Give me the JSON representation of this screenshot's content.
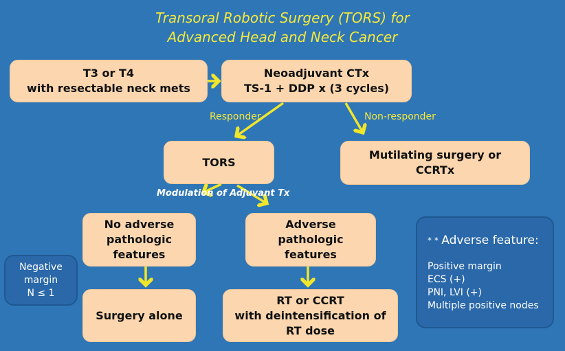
{
  "title": {
    "line1": "Transoral Robotic Surgery (TORS) for",
    "line2": "Advanced Head and Neck Cancer"
  },
  "boxes": {
    "t3t4": {
      "line1": "T3 or T4",
      "line2": "with resectable neck mets"
    },
    "neoadj": {
      "line1": "Neoadjuvant CTx",
      "line2": "TS-1 + DDP x (3 cycles)"
    },
    "tors": "TORS",
    "mutilating": {
      "line1": "Mutilating surgery or",
      "line2": "CCRTx"
    },
    "no_adverse": {
      "line1": "No adverse",
      "line2": "pathologic",
      "line3": "features"
    },
    "adverse": {
      "line1": "Adverse",
      "line2": "pathologic",
      "line3": "features"
    },
    "surgery_alone": "Surgery alone",
    "rt": {
      "line1": "RT or CCRT",
      "line2": "with deintensification of",
      "line3": "RT dose"
    }
  },
  "labels": {
    "responder": "Responder",
    "non_responder": "Non-responder",
    "modulation": "Modulation of Adjuvant Tx"
  },
  "negative": {
    "line1": "Negative",
    "line2": "margin",
    "line3": "N ≤ 1"
  },
  "adverse_feature": {
    "heading_mark": "* *",
    "heading": "Adverse feature:",
    "items": [
      "Positive margin",
      "ECS (+)",
      "PNI, LVI (+)",
      "Multiple positive nodes"
    ]
  },
  "colors": {
    "background": "#2f76b7",
    "box": "#fbd6ae",
    "arrow": "#f0e62a"
  }
}
